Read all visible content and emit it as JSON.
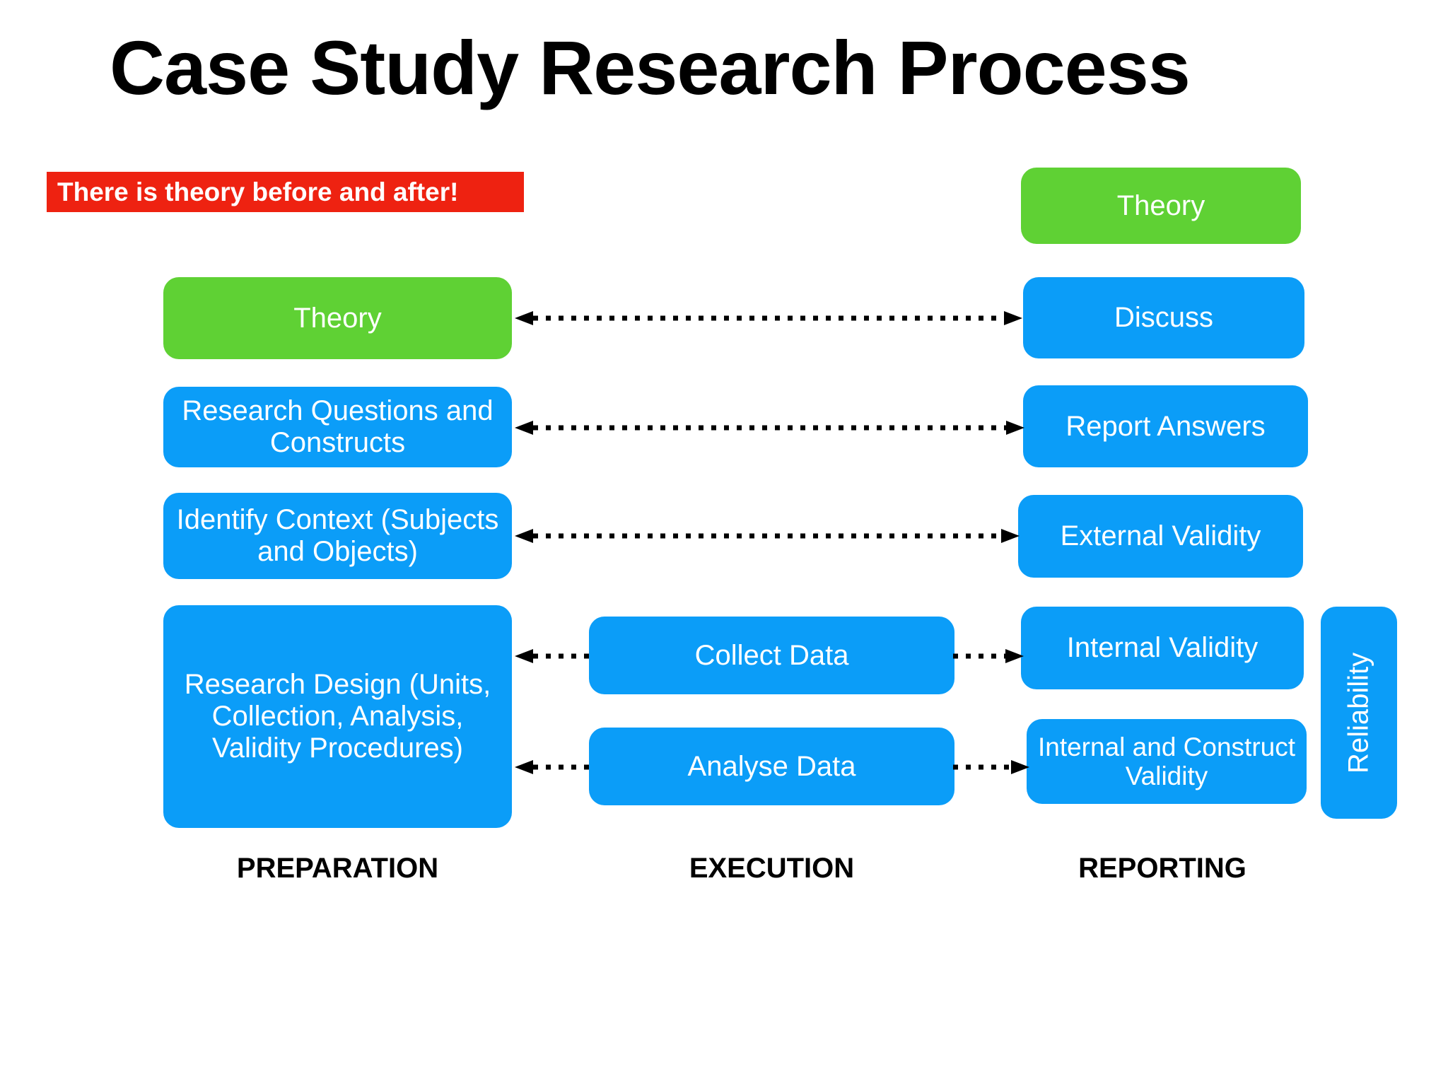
{
  "slide": {
    "title": "Case Study Research Process",
    "callout": "There is theory before and after!"
  },
  "colors": {
    "blue": "#0b9df8",
    "green": "#5fd134",
    "red": "#ee2211",
    "text_on_box": "#ffffff",
    "background": "#ffffff",
    "connector": "#000000"
  },
  "columns": [
    {
      "key": "preparation",
      "caption": "PREPARATION"
    },
    {
      "key": "execution",
      "caption": "EXECUTION"
    },
    {
      "key": "reporting",
      "caption": "REPORTING"
    }
  ],
  "nodes": {
    "theory_top_right": {
      "label": "Theory",
      "color": "green"
    },
    "theory_left": {
      "label": "Theory",
      "color": "green"
    },
    "research_questions": {
      "label": "Research Questions and Constructs",
      "color": "blue"
    },
    "identify_context": {
      "label": "Identify Context (Subjects and Objects)",
      "color": "blue"
    },
    "research_design": {
      "label": "Research Design (Units, Collection, Analysis, Validity Procedures)",
      "color": "blue"
    },
    "collect_data": {
      "label": "Collect Data",
      "color": "blue"
    },
    "analyse_data": {
      "label": "Analyse Data",
      "color": "blue"
    },
    "discuss": {
      "label": "Discuss",
      "color": "blue"
    },
    "report_answers": {
      "label": "Report Answers",
      "color": "blue"
    },
    "external_validity": {
      "label": "External Validity",
      "color": "blue"
    },
    "internal_validity": {
      "label": "Internal Validity",
      "color": "blue"
    },
    "internal_construct_validity": {
      "label": "Internal and Construct Validity",
      "color": "blue"
    },
    "reliability": {
      "label": "Reliability",
      "color": "blue",
      "orientation": "vertical"
    }
  },
  "connectors": [
    {
      "from": "theory_left",
      "to": "discuss",
      "style": "dotted",
      "heads": "both"
    },
    {
      "from": "research_questions",
      "to": "report_answers",
      "style": "dotted",
      "heads": "both"
    },
    {
      "from": "identify_context",
      "to": "external_validity",
      "style": "dotted",
      "heads": "both"
    },
    {
      "from": "collect_data",
      "to": "research_design",
      "style": "dotted",
      "heads": "left"
    },
    {
      "from": "collect_data",
      "to": "internal_validity",
      "style": "dotted",
      "heads": "right"
    },
    {
      "from": "analyse_data",
      "to": "research_design",
      "style": "dotted",
      "heads": "left"
    },
    {
      "from": "analyse_data",
      "to": "internal_construct_validity",
      "style": "dotted",
      "heads": "right"
    }
  ]
}
